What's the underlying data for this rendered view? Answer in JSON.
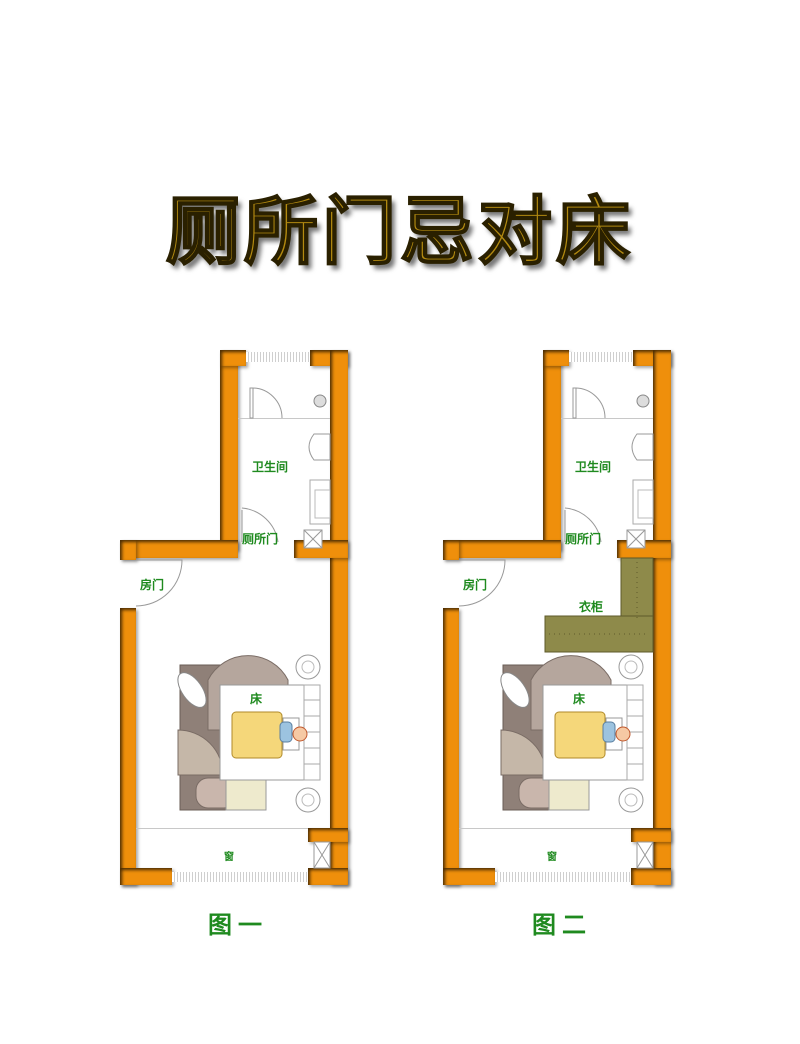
{
  "title": "厕所门忌对床",
  "colors": {
    "wall": "#ef8f0b",
    "label": "#1f8a1f",
    "title": "#b38a10",
    "wardrobe": "#8e8a4a",
    "blanket": "#f5d77a"
  },
  "plans": [
    {
      "caption": "图一",
      "labels": {
        "bathroom": "卫生间",
        "toilet_door": "厕所门",
        "room_door": "房门",
        "bed": "床",
        "window": "窗"
      }
    },
    {
      "caption": "图二",
      "labels": {
        "bathroom": "卫生间",
        "toilet_door": "厕所门",
        "room_door": "房门",
        "wardrobe": "衣柜",
        "bed": "床",
        "window": "窗"
      }
    }
  ]
}
